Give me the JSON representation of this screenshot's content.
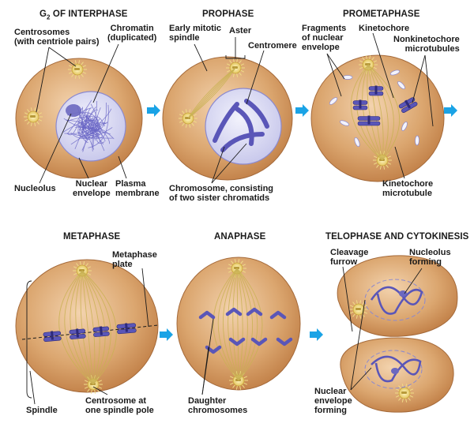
{
  "stages": [
    {
      "title": "G",
      "title_sub": "2",
      "title_rest": " OF INTERPHASE"
    },
    {
      "title": "PROPHASE"
    },
    {
      "title": "PROMETAPHASE"
    },
    {
      "title": "METAPHASE"
    },
    {
      "title": "ANAPHASE"
    },
    {
      "title": "TELOPHASE AND CYTOKINESIS"
    }
  ],
  "labels": {
    "centrosomes": [
      "Centrosomes",
      "(with centriole pairs)"
    ],
    "chromatin": [
      "Chromatin",
      "(duplicated)"
    ],
    "nucleolus": [
      "Nucleolus"
    ],
    "nuclear_envelope": [
      "Nuclear",
      "envelope"
    ],
    "plasma_membrane": [
      "Plasma",
      "membrane"
    ],
    "early_spindle": [
      "Early mitotic",
      "spindle"
    ],
    "aster": [
      "Aster"
    ],
    "centromere": [
      "Centromere"
    ],
    "chromosome": [
      "Chromosome, consisting",
      "of two sister chromatids"
    ],
    "fragments": [
      "Fragments",
      "of nuclear",
      "envelope"
    ],
    "kinetochore": [
      "Kinetochore"
    ],
    "nonkinetochore": [
      "Nonkinetochore",
      "microtubules"
    ],
    "kinetochore_mt": [
      "Kinetochore",
      "microtubule"
    ],
    "metaphase_plate": [
      "Metaphase",
      "plate"
    ],
    "spindle": [
      "Spindle"
    ],
    "centrosome_pole": [
      "Centrosome at",
      "one spindle pole"
    ],
    "daughter": [
      "Daughter",
      "chromosomes"
    ],
    "cleavage": [
      "Cleavage",
      "furrow"
    ],
    "nucleolus_forming": [
      "Nucleolus",
      "forming"
    ],
    "nuclear_forming": [
      "Nuclear",
      "envelope",
      "forming"
    ]
  },
  "colors": {
    "cell": "#d9a06a",
    "nucleus": "#dcdcf4",
    "chromosome": "#5a56b8",
    "spindle": "#c9b154",
    "arrow": "#1aa3e6",
    "label": "#1a1a1a"
  }
}
